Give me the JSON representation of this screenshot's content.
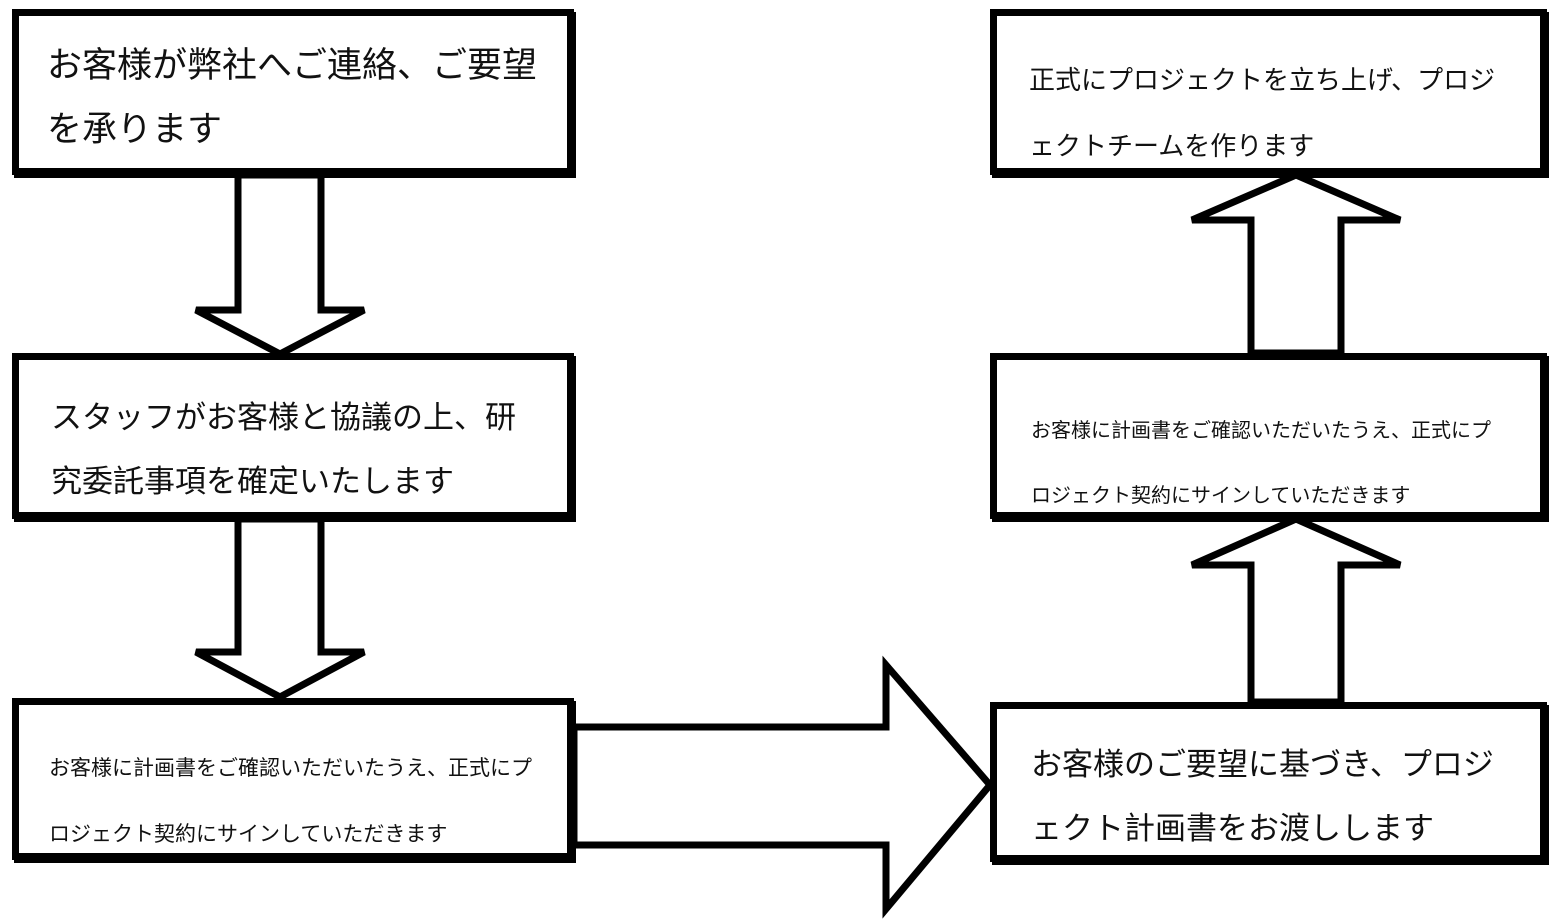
{
  "flowchart": {
    "steps": [
      {
        "id": "b1",
        "text": "お客様が弊社へご連絡、ご要望を承ります"
      },
      {
        "id": "b2",
        "text": "スタッフがお客様と協議の上、研究委託事項を確定いたします"
      },
      {
        "id": "b3",
        "text": "お客様に計画書をご確認いただいたうえ、正式にプロジェクト契約にサインしていただきます"
      },
      {
        "id": "b4",
        "text": "お客様のご要望に基づき、プロジェクト計画書をお渡しします"
      },
      {
        "id": "b5",
        "text": "お客様に計画書をご確認いただいたうえ、正式にプロジェクト契約にサインしていただきます"
      },
      {
        "id": "b6",
        "text": "正式にプロジェクトを立ち上げ、プロジェクトチームを作ります"
      }
    ]
  }
}
